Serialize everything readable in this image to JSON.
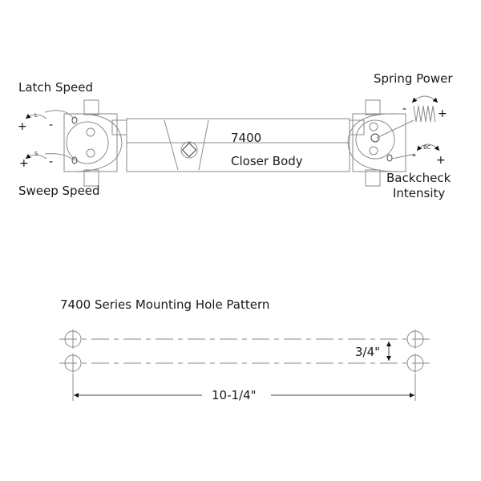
{
  "closer": {
    "model": "7400",
    "body_label": "Closer Body",
    "latch_speed": {
      "label": "Latch Speed",
      "letter": "L",
      "plus": "+",
      "minus": "-"
    },
    "sweep_speed": {
      "label": "Sweep Speed",
      "letter": "S",
      "plus": "+",
      "minus": "-"
    },
    "spring_power": {
      "label": "Spring Power",
      "plus": "+",
      "minus": "-"
    },
    "backcheck": {
      "label_line1": "Backcheck",
      "label_line2": "Intensity",
      "letter": "BC",
      "plus": "+",
      "minus": "-"
    }
  },
  "hole_pattern": {
    "title": "7400 Series Mounting Hole Pattern",
    "vertical_spacing": "3/4\"",
    "horizontal_spacing": "10-1/4\""
  }
}
